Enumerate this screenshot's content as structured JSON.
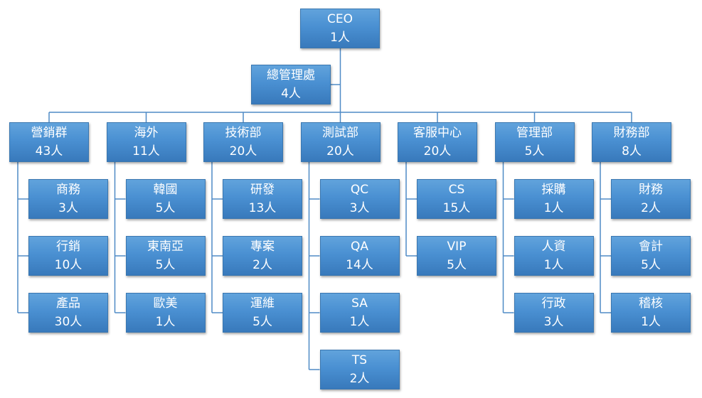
{
  "root": {
    "id": "ceo",
    "title": "CEO",
    "count": "1人"
  },
  "assistant": {
    "id": "office",
    "title": "總管理處",
    "count": "4人"
  },
  "departments": [
    {
      "id": "marketing",
      "title": "營銷群",
      "count": "43人",
      "children": [
        {
          "title": "商務",
          "count": "3人"
        },
        {
          "title": "行銷",
          "count": "10人"
        },
        {
          "title": "產品",
          "count": "30人"
        }
      ]
    },
    {
      "id": "overseas",
      "title": "海外",
      "count": "11人",
      "children": [
        {
          "title": "韓國",
          "count": "5人"
        },
        {
          "title": "東南亞",
          "count": "5人"
        },
        {
          "title": "歐美",
          "count": "1人"
        }
      ]
    },
    {
      "id": "tech",
      "title": "技術部",
      "count": "20人",
      "children": [
        {
          "title": "研發",
          "count": "13人"
        },
        {
          "title": "專案",
          "count": "2人"
        },
        {
          "title": "運維",
          "count": "5人"
        }
      ]
    },
    {
      "id": "testing",
      "title": "測試部",
      "count": "20人",
      "children": [
        {
          "title": "QC",
          "count": "3人"
        },
        {
          "title": "QA",
          "count": "14人"
        },
        {
          "title": "SA",
          "count": "1人"
        },
        {
          "title": "TS",
          "count": "2人"
        }
      ]
    },
    {
      "id": "service",
      "title": "客服中心",
      "count": "20人",
      "children": [
        {
          "title": "CS",
          "count": "15人"
        },
        {
          "title": "VIP",
          "count": "5人"
        }
      ]
    },
    {
      "id": "management",
      "title": "管理部",
      "count": "5人",
      "children": [
        {
          "title": "採購",
          "count": "1人"
        },
        {
          "title": "人資",
          "count": "1人"
        },
        {
          "title": "行政",
          "count": "3人"
        }
      ]
    },
    {
      "id": "finance",
      "title": "財務部",
      "count": "8人",
      "children": [
        {
          "title": "財務",
          "count": "2人"
        },
        {
          "title": "會計",
          "count": "5人"
        },
        {
          "title": "稽核",
          "count": "1人"
        }
      ]
    }
  ]
}
